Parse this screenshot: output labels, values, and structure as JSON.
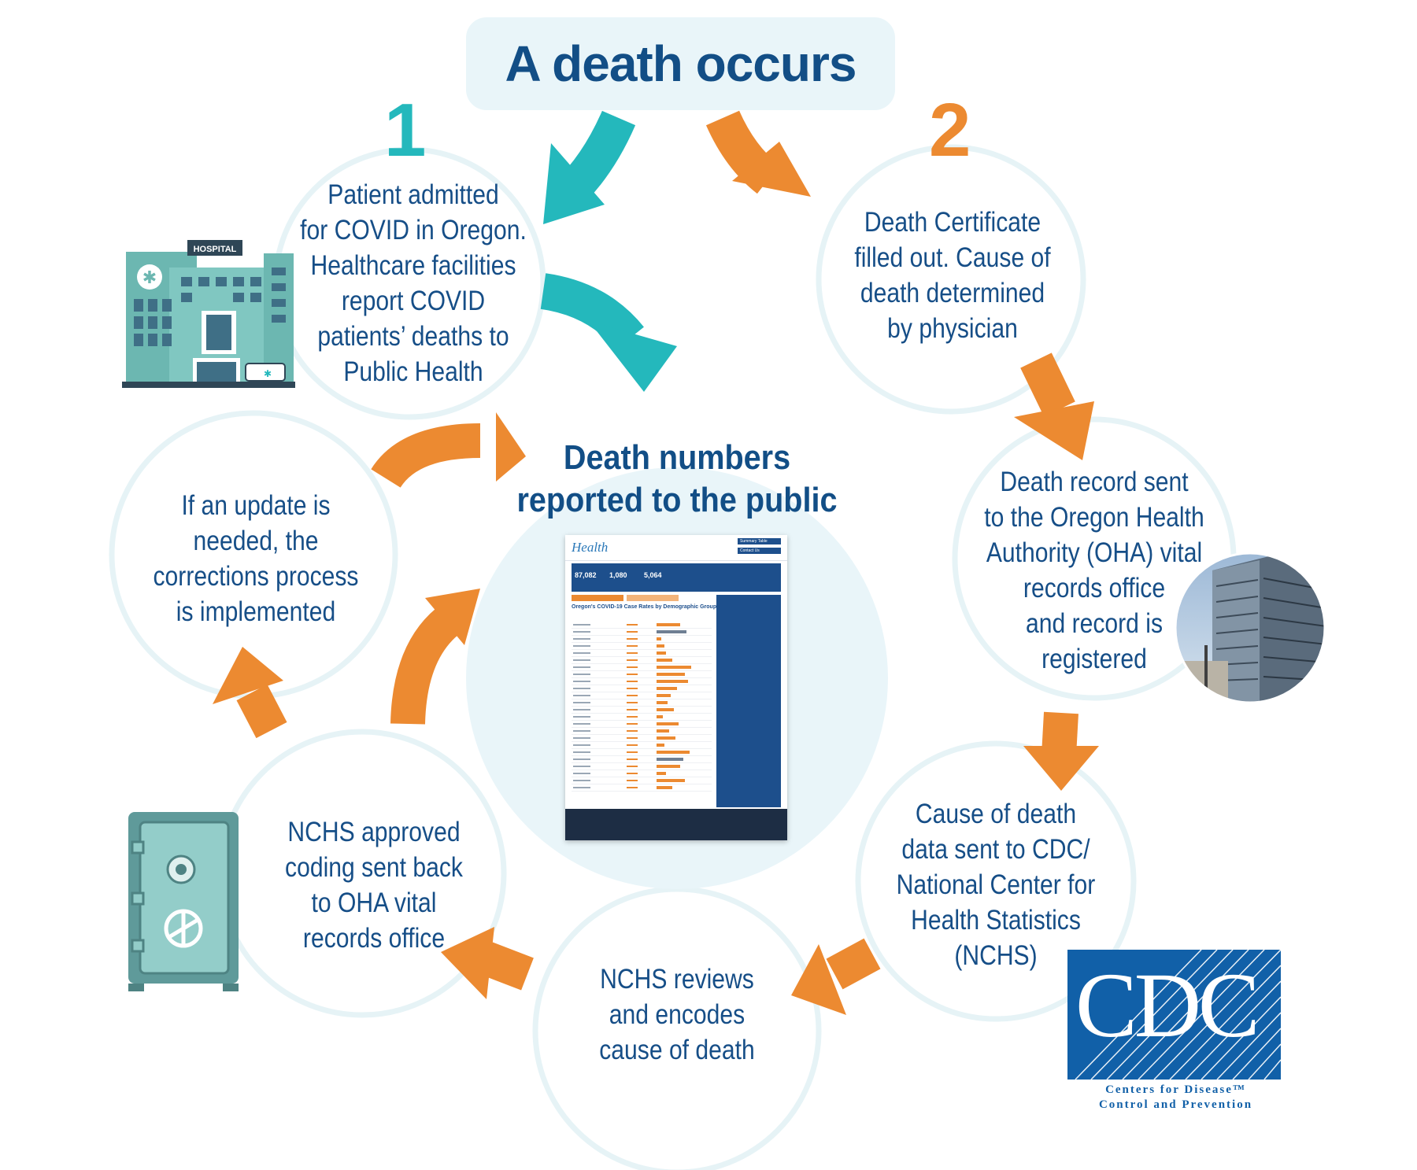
{
  "title": "A death occurs",
  "steps": {
    "one": "1",
    "two": "2"
  },
  "nodes": {
    "patient": [
      "Patient admitted",
      "for COVID in Oregon.",
      "Healthcare facilities",
      "report COVID",
      "patients’ deaths to",
      "Public Health"
    ],
    "certificate": [
      "Death Certificate",
      "filled out. Cause of",
      "death determined",
      "by physician"
    ],
    "record": [
      "Death record sent",
      "to the Oregon Health",
      "Authority (OHA) vital",
      "records office",
      "and record is",
      "registered"
    ],
    "cause": [
      "Cause of death",
      "data sent to CDC/",
      "National Center for",
      "Health Statistics",
      "(NCHS)"
    ],
    "reviews": [
      "NCHS reviews",
      "and encodes",
      "cause of death"
    ],
    "coding": [
      "NCHS approved",
      "coding sent back",
      "to OHA vital",
      "records office"
    ],
    "update": [
      "If an update is",
      "needed, the",
      "corrections process",
      "is implemented"
    ]
  },
  "center": [
    "Death numbers",
    "reported to the public"
  ],
  "icons": {
    "hospital_sign": "HOSPITAL",
    "hospital": "hospital-building-icon",
    "safe": "safe-icon",
    "building": "oha-building-photo",
    "dashboard": "covid-dashboard-thumbnail"
  },
  "dashboard": {
    "logo": "Health",
    "kpi1": "87,082",
    "kpi2": "1,080",
    "kpi3": "5,064",
    "section_title": "Oregon's COVID-19 Case Rates by Demographic Group",
    "button1": "Summary Table",
    "button2": "Contact Us"
  },
  "cdc": {
    "letters": "CDC",
    "line1": "Centers for Disease™",
    "line2": "Control and Prevention"
  },
  "colors": {
    "teal": "#24b8bc",
    "orange": "#ec8a31",
    "navy": "#164e87",
    "circle_outline": "#e6f3f6",
    "center_fill": "#e9f5f9",
    "cdc_blue": "#1160a8"
  }
}
